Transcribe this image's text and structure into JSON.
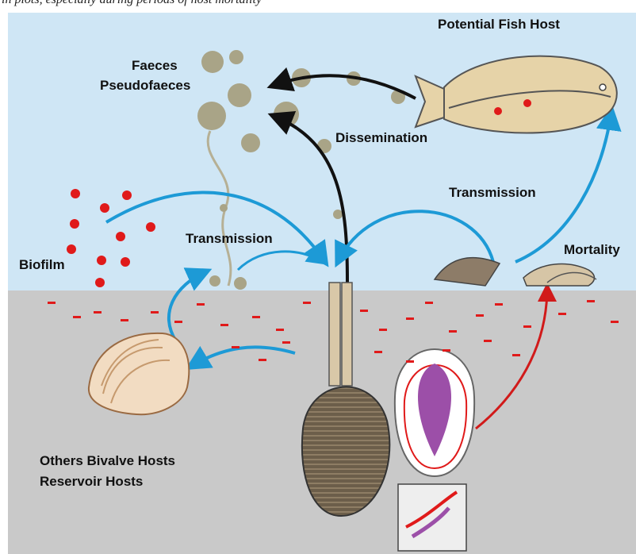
{
  "caption_fragment": "in plots, especially during periods of host mortality",
  "colors": {
    "water": "#cfe6f5",
    "sediment": "#c9c9c9",
    "pathogen": "#e01a1a",
    "transmission_arrow": "#1d9ad6",
    "dissemination_arrow": "#111111",
    "mortality_arrow": "#d11a1a",
    "faeces_particle": "#a9a487",
    "flatfish_body": "#e6d3a8"
  },
  "icons": {
    "fish": "flatfish-icon",
    "clam": "burrowing-clam-icon",
    "cockle": "cockle-shell-icon",
    "dead_shells": "dead-shells-icon",
    "section": "clam-cross-section-icon",
    "inset": "gill-detail-inset"
  },
  "labels": {
    "fish_host": "Potential Fish Host",
    "faeces": "Faeces",
    "pseudofaeces": "Pseudofaeces",
    "dissemination": "Dissemination",
    "transmission_right": "Transmission",
    "transmission_left": "Transmission",
    "biofilm": "Biofilm",
    "mortality": "Mortality",
    "bivalve_hosts": "Others Bivalve Hosts",
    "reservoir_hosts": "Reservoir Hosts"
  }
}
